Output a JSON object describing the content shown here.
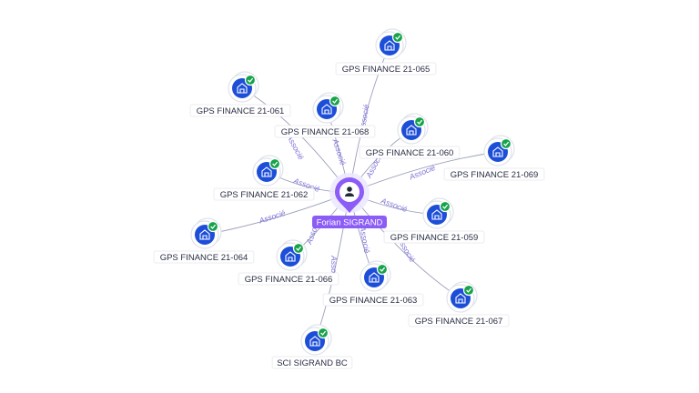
{
  "center": {
    "label": "Forian SIGRAND",
    "icon": "person-icon",
    "color": "#8b5cf6"
  },
  "edge_label": "Associé",
  "nodes": [
    {
      "id": "n065",
      "label": "GPS FINANCE 21-065",
      "icon": "building-icon",
      "status_icon": "check-icon",
      "edge_label": "Associé"
    },
    {
      "id": "n061",
      "label": "GPS FINANCE 21-061",
      "icon": "building-icon",
      "status_icon": "check-icon",
      "edge_label": "Associé"
    },
    {
      "id": "n068",
      "label": "GPS FINANCE 21-068",
      "icon": "building-icon",
      "status_icon": "check-icon",
      "edge_label": "Associé"
    },
    {
      "id": "n060",
      "label": "GPS FINANCE 21-060",
      "icon": "building-icon",
      "status_icon": "check-icon",
      "edge_label": "Associé"
    },
    {
      "id": "n069",
      "label": "GPS FINANCE 21-069",
      "icon": "building-icon",
      "status_icon": "check-icon",
      "edge_label": "Associé"
    },
    {
      "id": "n062",
      "label": "GPS FINANCE 21-062",
      "icon": "building-icon",
      "status_icon": "check-icon",
      "edge_label": "Associé"
    },
    {
      "id": "n059",
      "label": "GPS FINANCE 21-059",
      "icon": "building-icon",
      "status_icon": "check-icon",
      "edge_label": "Associé"
    },
    {
      "id": "n064",
      "label": "GPS FINANCE 21-064",
      "icon": "building-icon",
      "status_icon": "check-icon",
      "edge_label": "Associé"
    },
    {
      "id": "n066",
      "label": "GPS FINANCE 21-066",
      "icon": "building-icon",
      "status_icon": "check-icon",
      "edge_label": "Associé"
    },
    {
      "id": "n063",
      "label": "GPS FINANCE 21-063",
      "icon": "building-icon",
      "status_icon": "check-icon",
      "edge_label": "Associé"
    },
    {
      "id": "n067",
      "label": "GPS FINANCE 21-067",
      "icon": "building-icon",
      "status_icon": "check-icon",
      "edge_label": "Associé"
    },
    {
      "id": "nsci",
      "label": "SCI SIGRAND BC",
      "icon": "building-icon",
      "status_icon": "check-icon",
      "edge_label": "Associé"
    }
  ],
  "colors": {
    "node": "#1d4ed8",
    "check": "#16a34a",
    "edge": "#9aa0b8",
    "edge_label": "#7b6fd6"
  }
}
